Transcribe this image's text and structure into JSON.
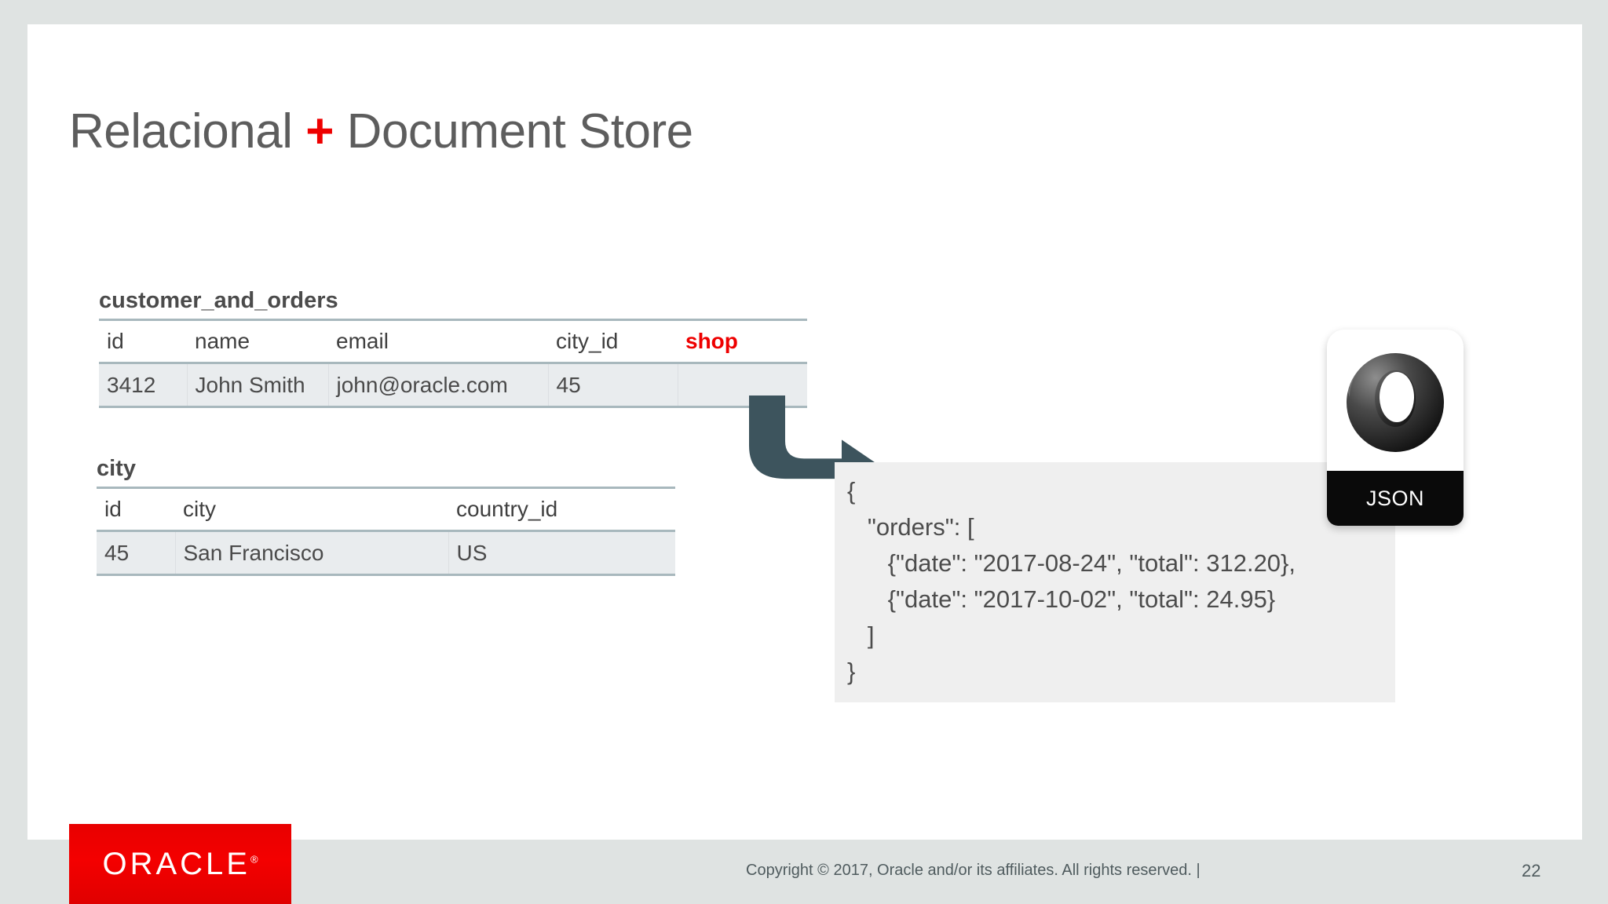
{
  "slide": {
    "title_before": "Relacional ",
    "title_plus": "+",
    "title_after": " Document Store",
    "accent_color": "#ee0000",
    "page_number": "22"
  },
  "tables": [
    {
      "caption": "customer_and_orders",
      "columns": [
        "id",
        "name",
        "email",
        "city_id",
        "shop"
      ],
      "accent_column": "shop",
      "rows": [
        [
          "3412",
          "John Smith",
          "john@oracle.com",
          "45",
          ""
        ]
      ]
    },
    {
      "caption": "city",
      "columns": [
        "id",
        "city",
        "country_id"
      ],
      "rows": [
        [
          "45",
          "San Francisco",
          "US"
        ]
      ]
    }
  ],
  "json_panel": {
    "code": "{\n   \"orders\": [\n      {\"date\": \"2017-08-24\", \"total\": 312.20},\n      {\"date\": \"2017-10-02\", \"total\": 24.95}\n   ]\n}"
  },
  "json_logo": {
    "label": "JSON"
  },
  "footer": {
    "brand": "ORACLE",
    "brand_mark": "®",
    "copyright": "Copyright © 2017, Oracle and/or its affiliates. All rights reserved.  |"
  }
}
